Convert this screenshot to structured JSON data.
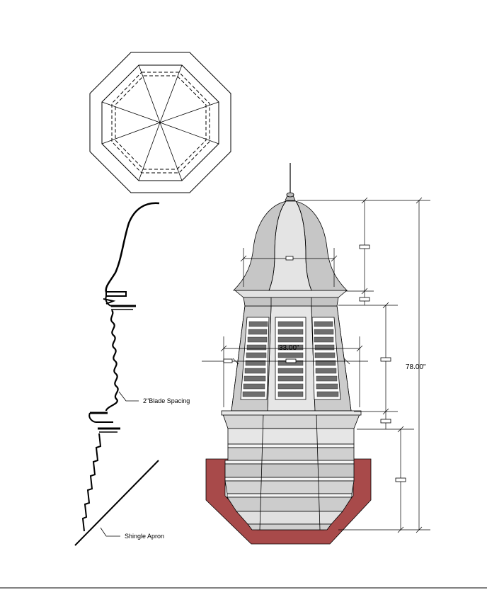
{
  "labels": {
    "blade_spacing": "2\"Blade Spacing",
    "shingle_apron": "Shingle Apron",
    "overall_height": "78.00\"",
    "width": "33.00\""
  },
  "colors": {
    "roof_light": "#e4e4e4",
    "roof_mid": "#c8c8c8",
    "roof_dark": "#b4b4b4",
    "louver_dark": "#6e6e6e",
    "apron": "#a84a4a",
    "outline": "#000000"
  },
  "icons": {
    "dimension_marker": "small-rectangle"
  }
}
